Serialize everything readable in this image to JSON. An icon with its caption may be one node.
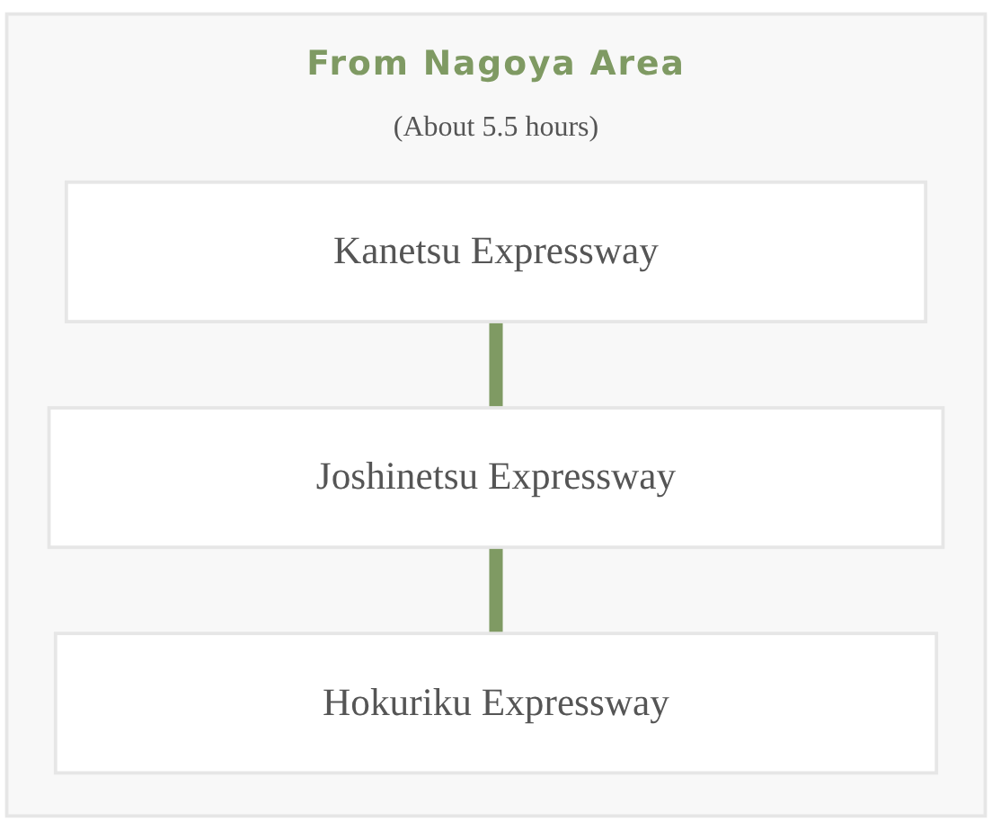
{
  "diagram": {
    "nodes": [
      {
        "text": [
          "From Nagoya Area",
          "(About 5.5 hours)"
        ]
      },
      {
        "text": [
          "Kanetsu Expressway"
        ],
        "in": 0
      },
      {
        "text": [
          "Joshinetsu Expressway"
        ],
        "in": 0
      },
      {
        "text": [
          "Hokuriku Expressway"
        ],
        "in": 0
      }
    ],
    "edges": [
      {
        "from": 1,
        "to": 2,
        "arrow": "none"
      },
      {
        "from": 2,
        "to": 3,
        "arrow": "none"
      }
    ]
  }
}
